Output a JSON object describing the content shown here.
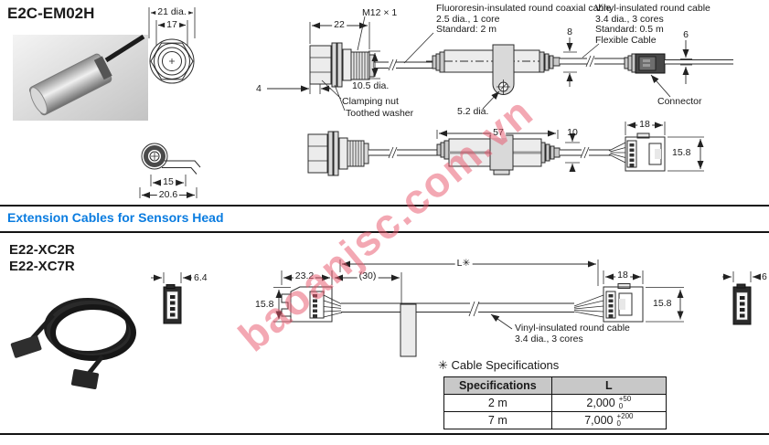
{
  "page": {
    "title": "E2C-EM02H",
    "section_header": "Extension Cables for Sensors Head",
    "model_1": "E22-XC2R",
    "model_2": "E22-XC7R",
    "watermark": "baoanjsc.com.vn"
  },
  "head_drawing": {
    "dim_outer": "21 dia.",
    "dim_inner": "17",
    "dim_width": "22",
    "thread_label": "M12 × 1",
    "dim_nut": "4",
    "dim_barrel": "10.5 dia.",
    "clamping_nut": "Clamping nut",
    "toothed_washer": "Toothed washer",
    "coax_note_1": "Fluororesin-insulated round coaxial cable",
    "coax_note_2": "2.5 dia., 1 core",
    "coax_note_3": "Standard: 2 m",
    "vinyl_note_1": "Vinyl-insulated round cable",
    "vinyl_note_2": "3.4 dia., 3 cores",
    "vinyl_note_3": "Standard: 0.5 m",
    "vinyl_note_4": "Flexible Cable",
    "dim_cap8": "8",
    "dim_hole": "5.2 dia.",
    "dim_cable6": "6",
    "connector_label": "Connector",
    "dim_clip_inner": "15",
    "dim_clip_outer": "20.6",
    "dim_body": "57",
    "dim_cap10": "10",
    "dim_conn_w": "18",
    "dim_conn_h": "15.8"
  },
  "extension_drawing": {
    "dim_plug_w": "6.4",
    "dim_conn_w": "23.2",
    "dim_lead": "(30)",
    "dim_length": "L✳",
    "dim_conn_h_left": "15.8",
    "dim_conn_w_right": "18",
    "dim_conn_h_right": "15.8",
    "dim_plug_w_right": "6",
    "cable_note_1": "Vinyl-insulated round cable",
    "cable_note_2": "3.4 dia., 3 cores"
  },
  "spec_table": {
    "caption": "✳ Cable Specifications",
    "col_spec": "Specifications",
    "col_l": "L",
    "rows": [
      {
        "spec": "2 m",
        "value": "2,000",
        "tol_plus": "+50",
        "tol_minus": "0"
      },
      {
        "spec": "7 m",
        "value": "7,000",
        "tol_plus": "+200",
        "tol_minus": "0"
      }
    ]
  },
  "colors": {
    "accent_blue": "#0a7ce0",
    "watermark_red": "#e8546a",
    "line_dark": "#2b2b2b"
  }
}
